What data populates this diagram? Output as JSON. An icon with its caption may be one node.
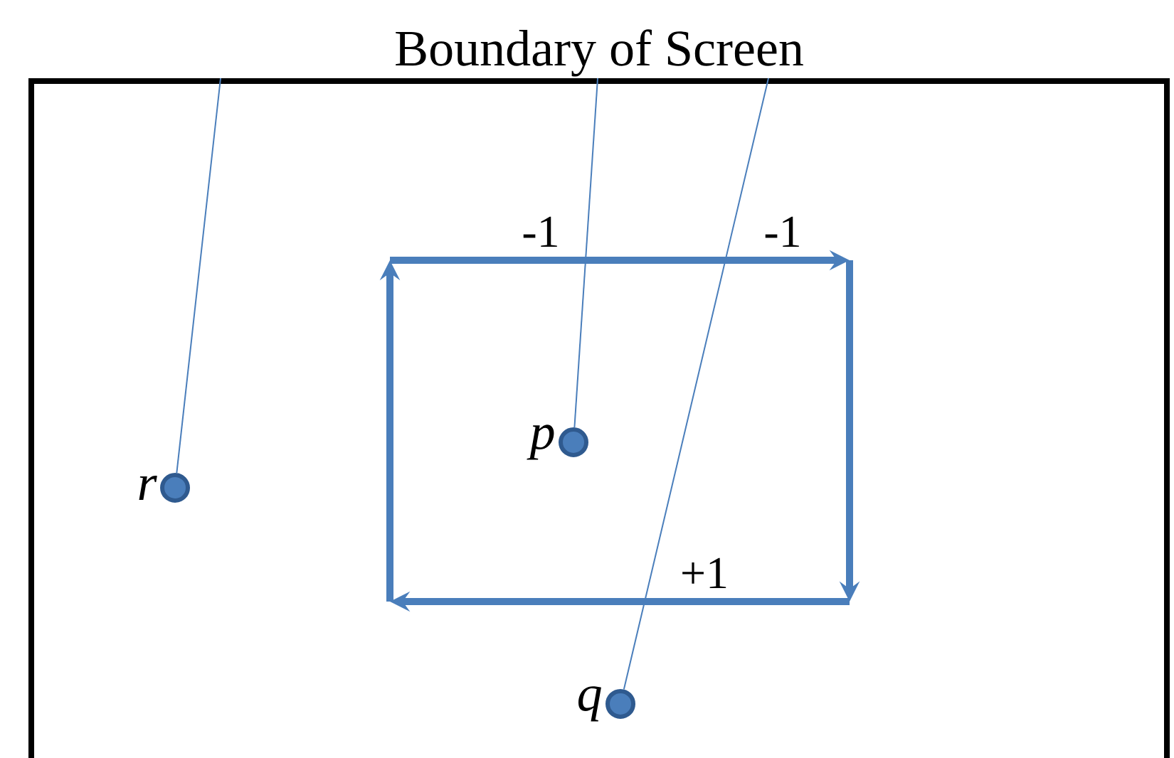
{
  "diagram": {
    "nodes": [
      {
        "text": [
          "Boundary of Screen"
        ]
      },
      {
        "text": [
          "r"
        ],
        "in": 0
      },
      {
        "text": [
          "p"
        ],
        "in": 0
      },
      {
        "text": [
          "q"
        ],
        "in": 0
      }
    ],
    "edges": [
      {
        "from": 1,
        "to": 0,
        "arrow": "none"
      },
      {
        "from": 2,
        "to": 0,
        "arrow": "none"
      },
      {
        "from": 3,
        "to": 0,
        "arrow": "none"
      }
    ],
    "labels": [
      "-1",
      "-1",
      "+1"
    ]
  }
}
